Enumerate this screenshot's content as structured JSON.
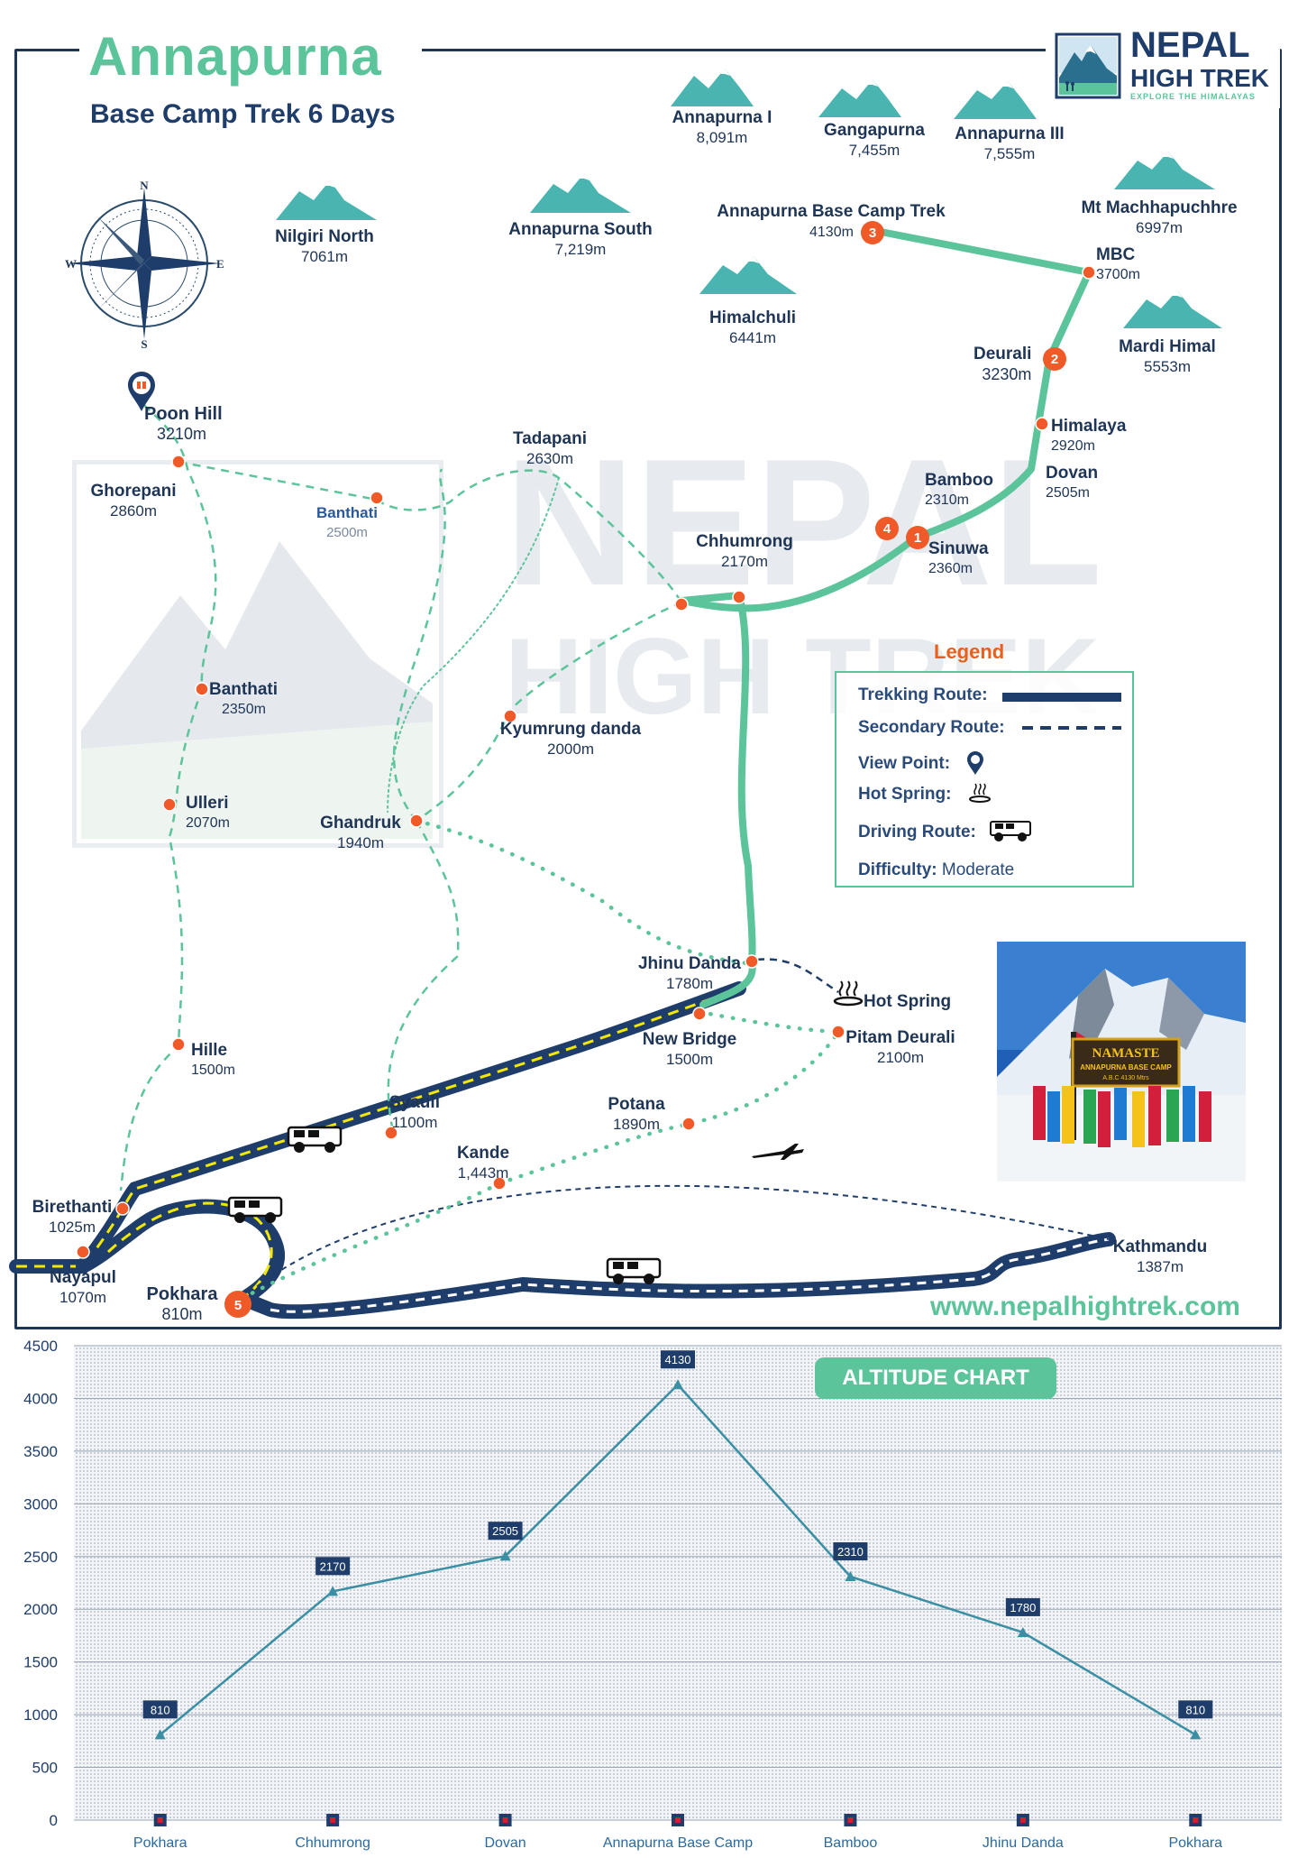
{
  "header": {
    "title": "Annapurna",
    "subtitle": "Base Camp Trek 6 Days"
  },
  "brand": {
    "name_line1": "NEPAL",
    "name_line2": "HIGH TREK",
    "tagline": "EXPLORE THE HIMALAYAS",
    "url": "www.nepalhightrek.com",
    "color_green": "#5cc49a",
    "color_navy": "#1f3d6b",
    "color_orange": "#f05a28"
  },
  "compass": {
    "n": "N",
    "s": "S",
    "e": "E",
    "w": "W"
  },
  "peaks": [
    {
      "name": "Annapurna I",
      "alt": "8,091m"
    },
    {
      "name": "Gangapurna",
      "alt": "7,455m"
    },
    {
      "name": "Annapurna III",
      "alt": "7,555m"
    },
    {
      "name": "Mt Machhapuchhre",
      "alt": "6997m"
    },
    {
      "name": "Nilgiri North",
      "alt": "7061m"
    },
    {
      "name": "Annapurna South",
      "alt": "7,219m"
    },
    {
      "name": "Himalchuli",
      "alt": "6441m"
    },
    {
      "name": "Mardi Himal",
      "alt": "5553m"
    }
  ],
  "places": [
    {
      "name": "Annapurna Base Camp Trek",
      "alt": "4130m",
      "stop": "3"
    },
    {
      "name": "MBC",
      "alt": "3700m"
    },
    {
      "name": "Deurali",
      "alt": "3230m",
      "stop": "2"
    },
    {
      "name": "Himalaya",
      "alt": "2920m"
    },
    {
      "name": "Dovan",
      "alt": "2505m"
    },
    {
      "name": "Bamboo",
      "alt": "2310m"
    },
    {
      "name": "Sinuwa",
      "alt": "2360m",
      "stop": "1"
    },
    {
      "name": "Chhumrong",
      "alt": "2170m"
    },
    {
      "name": "Tadapani",
      "alt": "2630m"
    },
    {
      "name": "Poon Hill",
      "alt": "3210m"
    },
    {
      "name": "Ghorepani",
      "alt": "2860m"
    },
    {
      "name": "Banthati",
      "alt": "2500m"
    },
    {
      "name": "Banthati",
      "alt": "2350m"
    },
    {
      "name": "Kyumrung danda",
      "alt": "2000m"
    },
    {
      "name": "Ulleri",
      "alt": "2070m"
    },
    {
      "name": "Ghandruk",
      "alt": "1940m"
    },
    {
      "name": "Jhinu Danda",
      "alt": "1780m"
    },
    {
      "name": "Hot Spring",
      "alt": ""
    },
    {
      "name": "New Bridge",
      "alt": "1500m"
    },
    {
      "name": "Pitam Deurali",
      "alt": "2100m"
    },
    {
      "name": "Hille",
      "alt": "1500m"
    },
    {
      "name": "Syauli",
      "alt": "1100m"
    },
    {
      "name": "Potana",
      "alt": "1890m"
    },
    {
      "name": "Kande",
      "alt": "1,443m"
    },
    {
      "name": "Birethanti",
      "alt": "1025m"
    },
    {
      "name": "Nayapul",
      "alt": "1070m"
    },
    {
      "name": "Pokhara",
      "alt": "810m",
      "stop": "5"
    },
    {
      "name": "Kathmandu",
      "alt": "1387m"
    }
  ],
  "stop4": "4",
  "legend": {
    "title": "Legend",
    "trekking": "Trekking Route:",
    "secondary": "Secondary Route:",
    "view_point": "View Point:",
    "hot_spring": "Hot Spring:",
    "driving": "Driving Route:",
    "difficulty_label": "Difficulty:",
    "difficulty_value": "Moderate"
  },
  "photo": {
    "sign_line1": "NAMASTE",
    "sign_line2": "ANNAPURNA BASE CAMP",
    "sign_line3": "A.B.C 4130 Mtrs"
  },
  "chart_data": {
    "type": "line",
    "title": "ALTITUDE CHART",
    "categories": [
      "Pokhara",
      "Chhumrong",
      "Dovan",
      "Annapurna Base Camp",
      "Bamboo",
      "Jhinu Danda",
      "Pokhara"
    ],
    "values": [
      810,
      2170,
      2505,
      4130,
      2310,
      1780,
      810
    ],
    "ylim": [
      0,
      4500
    ],
    "yticks": [
      0,
      500,
      1000,
      1500,
      2000,
      2500,
      3000,
      3500,
      4000,
      4500
    ],
    "xlabel": "",
    "ylabel": "",
    "grid": true,
    "line_color": "#3a8fa5",
    "label_bg": "#1f3d6b"
  }
}
